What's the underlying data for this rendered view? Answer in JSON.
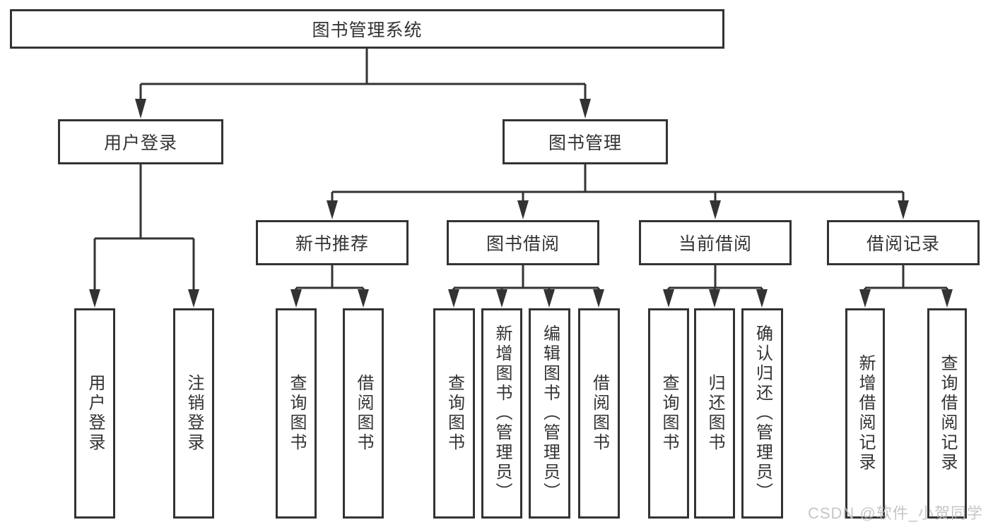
{
  "diagram": {
    "root": {
      "label": "图书管理系统"
    },
    "branches": [
      {
        "label": "用户登录",
        "children": [
          {
            "label": "用户登录"
          },
          {
            "label": "注销登录"
          }
        ]
      },
      {
        "label": "图书管理",
        "children": [
          {
            "label": "新书推荐",
            "children": [
              {
                "label": "查询图书"
              },
              {
                "label": "借阅图书"
              }
            ]
          },
          {
            "label": "图书借阅",
            "children": [
              {
                "label": "查询图书"
              },
              {
                "label": "新增图书（管理员）"
              },
              {
                "label": "编辑图书（管理员）"
              },
              {
                "label": "借阅图书"
              }
            ]
          },
          {
            "label": "当前借阅",
            "children": [
              {
                "label": "查询图书"
              },
              {
                "label": "归还图书"
              },
              {
                "label": "确认归还（管理员）"
              }
            ]
          },
          {
            "label": "借阅记录",
            "children": [
              {
                "label": "新增借阅记录"
              },
              {
                "label": "查询借阅记录"
              }
            ]
          }
        ]
      }
    ]
  },
  "watermark": {
    "text": "CSDN @软件_小贺同学"
  },
  "colors": {
    "line": "#333333",
    "box_border": "#333333",
    "box_fill": "#ffffff",
    "text": "#333333",
    "watermark": "#c1c1c1"
  }
}
